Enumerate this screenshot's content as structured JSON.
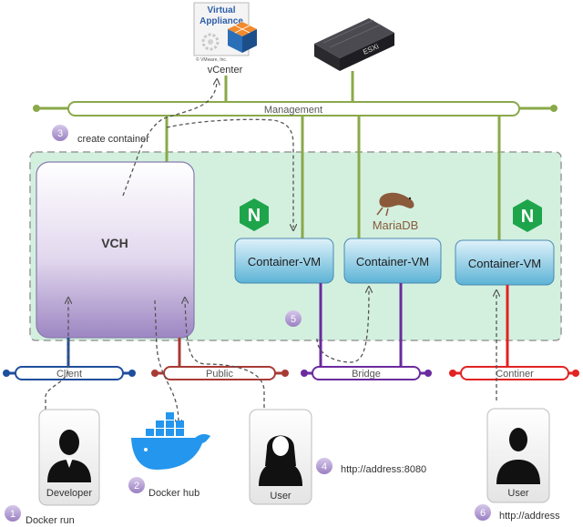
{
  "virtual_appliance": {
    "title_line1": "Virtual",
    "title_line2": "Appliance",
    "copyright": "© VMware, Inc.",
    "label": "vCenter"
  },
  "esxi": {
    "label": "ESXi"
  },
  "networks": {
    "management": "Management",
    "client": "Client",
    "public": "Public",
    "bridge": "Bridge",
    "container": "Continer"
  },
  "vch": {
    "label": "VCH"
  },
  "container_vms": [
    {
      "label": "Container-VM",
      "logo": "nginx-logo",
      "logo_text": "N"
    },
    {
      "label": "Container-VM",
      "logo": "mariadb-logo",
      "logo_text": "MariaDB"
    },
    {
      "label": "Container-VM",
      "logo": "nginx-logo",
      "logo_text": "N"
    }
  ],
  "actors": {
    "developer": "Developer",
    "user1": "User",
    "user2": "User"
  },
  "steps": [
    {
      "num": "1",
      "text": "Docker run"
    },
    {
      "num": "2",
      "text": "Docker hub"
    },
    {
      "num": "3",
      "text": "create container"
    },
    {
      "num": "4",
      "text": "http://address:8080"
    },
    {
      "num": "5",
      "text": ""
    },
    {
      "num": "6",
      "text": "http://address"
    }
  ],
  "colors": {
    "management": "#8aa94a",
    "client": "#1f4e9c",
    "public": "#a83a35",
    "bridge": "#6a2b9e",
    "container": "#e32222",
    "vsphere_area": "#d3f0df",
    "step_badge": "#b49fd0"
  }
}
